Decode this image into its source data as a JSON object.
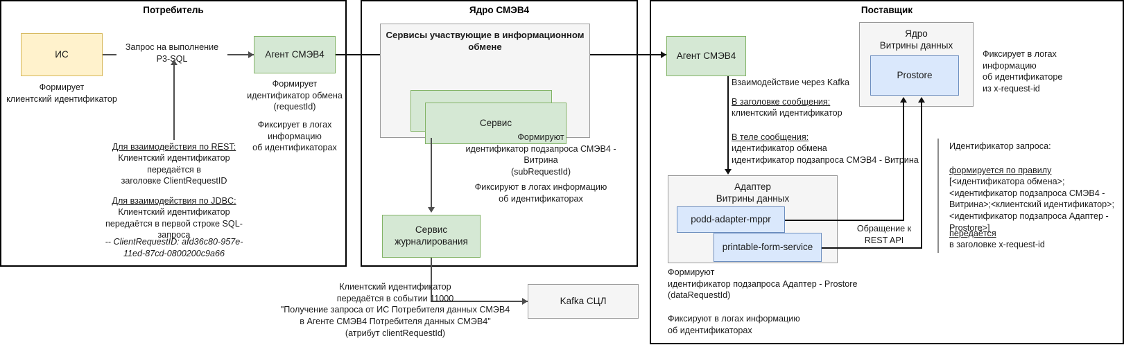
{
  "panels": [
    {
      "id": "consumer",
      "title": "Потребитель"
    },
    {
      "id": "core",
      "title": "Ядро СМЭВ4"
    },
    {
      "id": "supplier",
      "title": "Поставщик"
    }
  ],
  "consumer": {
    "is_box": "ИС",
    "is_note": "Формирует\nклиентский идентификатор",
    "request_label": "Запрос на выполнение\nP3-SQL",
    "agent_box": "Агент СМЭВ4",
    "agent_note": "Формирует\nидентификатор обмена\n(requestId)",
    "agent_note2": "Фиксирует в логах\nинформацию\nоб идентификаторах",
    "rest_heading": "Для взаимодействия по REST:",
    "rest_body": "Клиентский идентификатор\nпередаётся в\nзаголовке ClientRequestID",
    "jdbc_heading": "Для взаимодействия по JDBC:",
    "jdbc_body": "Клиентский идентификатор\nпередаётся в первой строке SQL-\nзапроса",
    "jdbc_sample": "-- ClientRequestID: afd36c80-957e-\n11ed-87cd-0800200c9a66"
  },
  "core": {
    "services_container_title": "Сервисы участвующие в\nинформационном обмене",
    "service_box": "Сервис",
    "services_note": "Формируют\nидентификатор подзапроса СМЭВ4 -\nВитрина\n(subRequestId)",
    "services_note2": "Фиксируют в логах информацию\nоб идентификаторах",
    "logging_box": "Сервис\nжурналирования"
  },
  "bottom": {
    "kafka_note": "Клиентский идентификатор\nпередаётся в событии 11000\n\"Получение запроса от ИС Потребителя данных СМЭВ4\nв Агенте СМЭВ4 Потребителя данных СМЭВ4\"\n(атрибут clientRequestId)",
    "kafka_box": "Kafka СЦЛ"
  },
  "supplier": {
    "agent_box": "Агент СМЭВ4",
    "kafka_label": "Взаимодействие через Kafka",
    "header_heading": "В заголовке сообщения:",
    "header_body": "клиентский идентификатор",
    "body_heading": "В теле сообщения:",
    "body_body": "идентификатор обмена\nидентификатор подзапроса СМЭВ4 - Витрина",
    "adapter_container_title": "Адаптер\nВитрины данных",
    "adapter_service_1": "podd-adapter-mppr",
    "adapter_service_2": "printable-form-service",
    "adapter_note": "Формируют\nидентификатор подзапроса Адаптер - Prostore\n(dataRequestId)",
    "adapter_note2": "Фиксируют в логах информацию\nоб идентификаторах",
    "core_container_title": "Ядро\nВитрины данных",
    "prostore_box": "Prostore",
    "prostore_note": "Фиксирует в логах\nинформацию\nоб идентификаторе\nиз x-request-id",
    "rest_api_label": "Обращение к\nREST API",
    "req_id_heading": "Идентификатор запроса:",
    "rule_heading": "формируется по правилу",
    "rule_body": "[<идентификатора обмена>;\n<идентификатор подзапроса СМЭВ4 -\nВитрина>;<клиентский идентификатор>;\n<идентификатор подзапроса Адаптер -\nProstore>]",
    "transfer_heading": "передаётся ",
    "transfer_body": "в заголовке x-request-id"
  },
  "colors": {
    "green_fill": "#d5e8d4",
    "green_stroke": "#82b366",
    "yellow_fill": "#fff2cc",
    "yellow_stroke": "#d6b656",
    "blue_fill": "#dae8fc",
    "blue_stroke": "#6c8ebf",
    "grey_fill": "#f5f5f5",
    "grey_stroke": "#999999",
    "panel_stroke": "#000000",
    "line": "#4d4d4d"
  }
}
